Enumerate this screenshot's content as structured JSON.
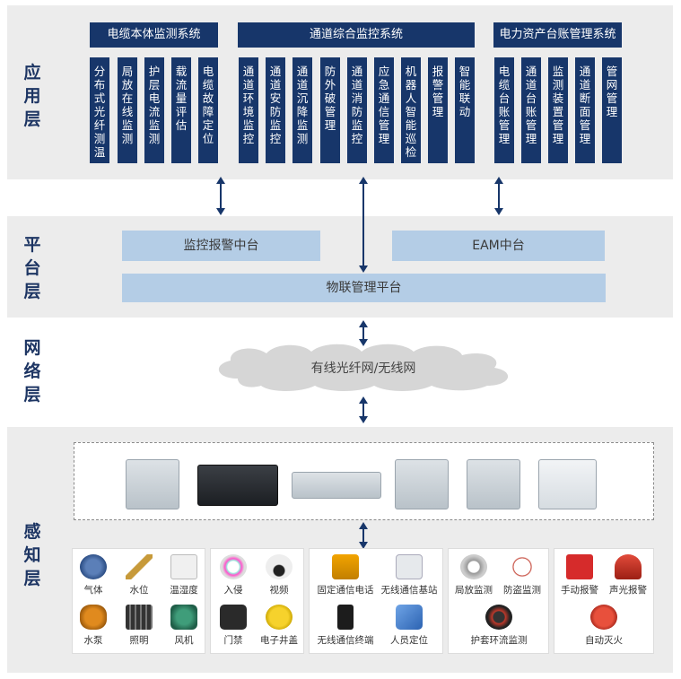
{
  "layers": {
    "application": {
      "label": "应用层",
      "groups": [
        {
          "title": "电缆本体监测系统",
          "items": [
            "分布式光纤测温",
            "局放在线监测",
            "护层电流监测",
            "载流量评估",
            "电缆故障定位"
          ]
        },
        {
          "title": "通道综合监控系统",
          "items": [
            "通道环境监控",
            "通道安防监控",
            "通道沉降监测",
            "防外破管理",
            "通道消防监控",
            "应急通信管理",
            "机器人智能巡检",
            "报警管理",
            "智能联动"
          ]
        },
        {
          "title": "电力资产台账管理系统",
          "items": [
            "电缆台账管理",
            "通道台账管理",
            "监测装置管理",
            "通道断面管理",
            "管网管理"
          ]
        }
      ]
    },
    "platform": {
      "label": "平台层",
      "monitor_center": "监控报警中台",
      "eam": "EAM中台",
      "iot": "物联管理平台"
    },
    "network": {
      "label": "网络层",
      "cloud_text": "有线光纤网/无线网"
    },
    "perception": {
      "label": "感知层",
      "sensors": {
        "env": [
          "气体",
          "水位",
          "温湿度",
          "水泵",
          "照明",
          "风机"
        ],
        "security": [
          "入侵",
          "视频",
          "门禁",
          "电子井盖"
        ],
        "comm": [
          "固定通信电话",
          "无线通信基站",
          "无线通信终端",
          "人员定位"
        ],
        "cable": [
          "局放监测",
          "防盗监测",
          "护套环流监测"
        ],
        "fire": [
          "手动报警",
          "声光报警",
          "自动灭火"
        ]
      }
    }
  },
  "colors": {
    "navy": "#17366a",
    "light_blue": "#b4cde6",
    "layer_bg": "#ececec"
  }
}
